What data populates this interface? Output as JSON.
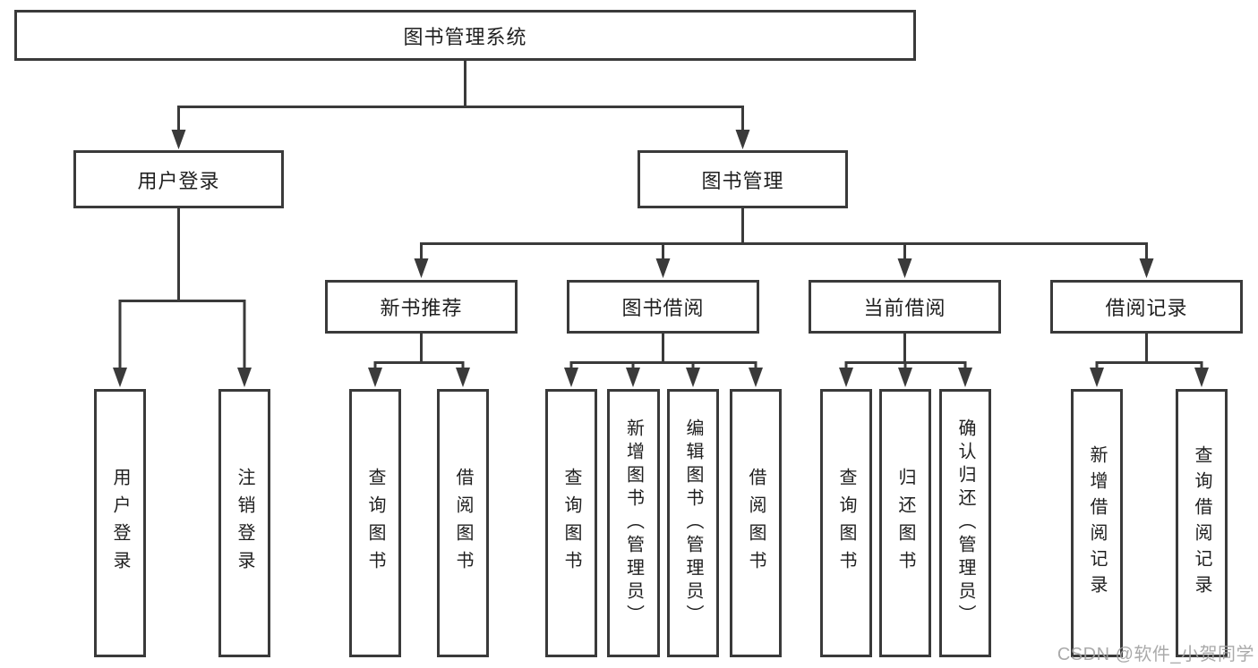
{
  "diagram": {
    "root": {
      "label": "图书管理系统"
    },
    "level2": [
      {
        "label": "用户登录",
        "children": [
          {
            "label": "用户登录"
          },
          {
            "label": "注销登录"
          }
        ]
      },
      {
        "label": "图书管理",
        "children": [
          {
            "label": "新书推荐",
            "children": [
              {
                "label": "查询图书"
              },
              {
                "label": "借阅图书"
              }
            ]
          },
          {
            "label": "图书借阅",
            "children": [
              {
                "label": "查询图书"
              },
              {
                "label": "新增图书（管理员）"
              },
              {
                "label": "编辑图书（管理员）"
              },
              {
                "label": "借阅图书"
              }
            ]
          },
          {
            "label": "当前借阅",
            "children": [
              {
                "label": "查询图书"
              },
              {
                "label": "归还图书"
              },
              {
                "label": "确认归还（管理员）"
              }
            ]
          },
          {
            "label": "借阅记录",
            "children": [
              {
                "label": "新增借阅记录"
              },
              {
                "label": "查询借阅记录"
              }
            ]
          }
        ]
      }
    ]
  },
  "watermark": {
    "text": "CSDN @软件_小贺同学"
  },
  "colors": {
    "line": "#3a3a3a",
    "text": "#1f1f1f",
    "background": "#ffffff",
    "watermark": "#a3a3a3"
  }
}
